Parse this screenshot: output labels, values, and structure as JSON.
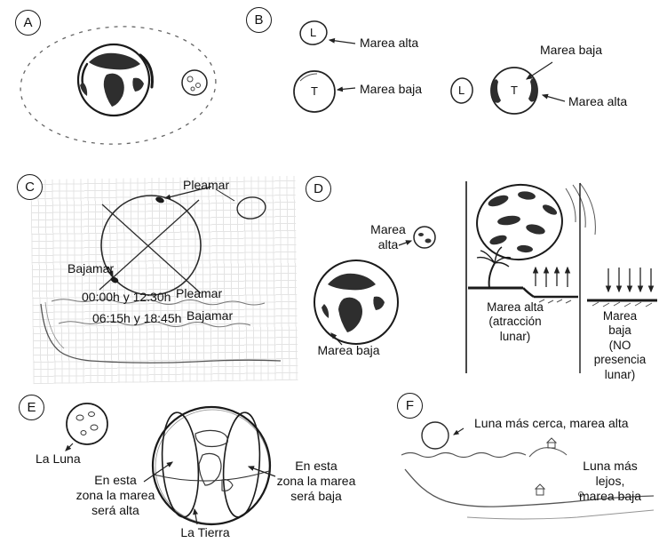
{
  "figure": {
    "background": "#ffffff",
    "ink": "#1a1a1a"
  },
  "panels": {
    "a": {
      "letter": "A"
    },
    "b": {
      "letter": "B",
      "left": {
        "moon_label": "L",
        "earth_label": "T",
        "marea_alta": "Marea alta",
        "marea_baja": "Marea baja"
      },
      "right": {
        "moon_label": "L",
        "earth_label": "T",
        "marea_baja": "Marea baja",
        "marea_alta": "Marea alta"
      }
    },
    "c": {
      "letter": "C",
      "pleamar_label": "Pleamar",
      "bajamar_label": "Bajamar",
      "row1_times": "00:00h y 12:30h",
      "row1_label": "Pleamar",
      "row2_times": "06:15h y 18:45h",
      "row2_label": "Bajamar"
    },
    "d": {
      "letter": "D",
      "marea_alta_lines": [
        "Marea",
        "alta"
      ],
      "marea_baja": "Marea baja",
      "alta_caption_lines": [
        "Marea alta",
        "(atracción",
        "lunar)"
      ],
      "baja_caption_lines": [
        "Marea",
        "baja",
        "(NO presencia",
        "lunar)"
      ]
    },
    "e": {
      "letter": "E",
      "la_luna": "La Luna",
      "zona_alta_lines": [
        "En esta",
        "zona la marea",
        "será alta"
      ],
      "zona_baja_lines": [
        "En esta",
        "zona la marea",
        "será baja"
      ],
      "la_tierra": "La Tierra"
    },
    "f": {
      "letter": "F",
      "cerca": "Luna más cerca, marea alta",
      "lejos_lines": [
        "Luna más",
        "lejos,",
        "marea baja"
      ]
    }
  }
}
